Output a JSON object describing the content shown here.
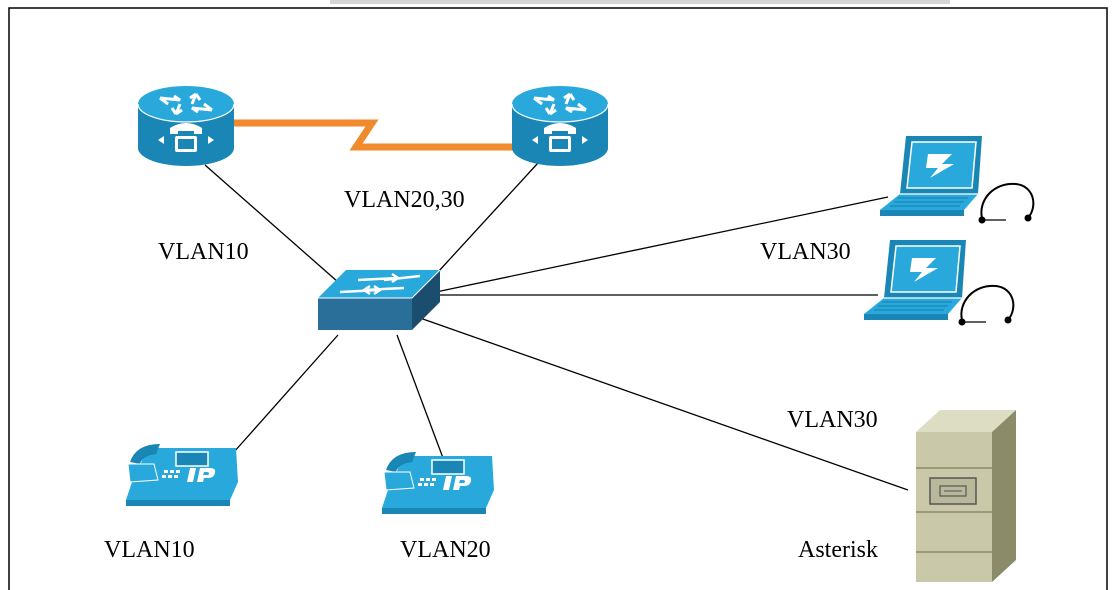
{
  "labels": {
    "link_router_left": "VLAN10",
    "link_router_right": "VLAN20,30",
    "link_laptops": "VLAN30",
    "link_server": "VLAN30",
    "phone_left": "VLAN10",
    "phone_center": "VLAN20",
    "server_name": "Asterisk"
  },
  "colors": {
    "device_blue": "#29a8dc",
    "device_dark": "#1a86b6",
    "switch_face": "#2a6f99",
    "switch_side": "#1a4d6e",
    "serial_link": "#f08a2c",
    "server_beige": "#c9c9aa",
    "line": "#000000"
  },
  "icons": [
    "voice-router-icon",
    "voice-router-icon",
    "workgroup-switch-icon",
    "laptop-icon",
    "laptop-icon",
    "headset-icon",
    "headset-icon",
    "ip-phone-icon",
    "ip-phone-icon",
    "server-icon"
  ]
}
